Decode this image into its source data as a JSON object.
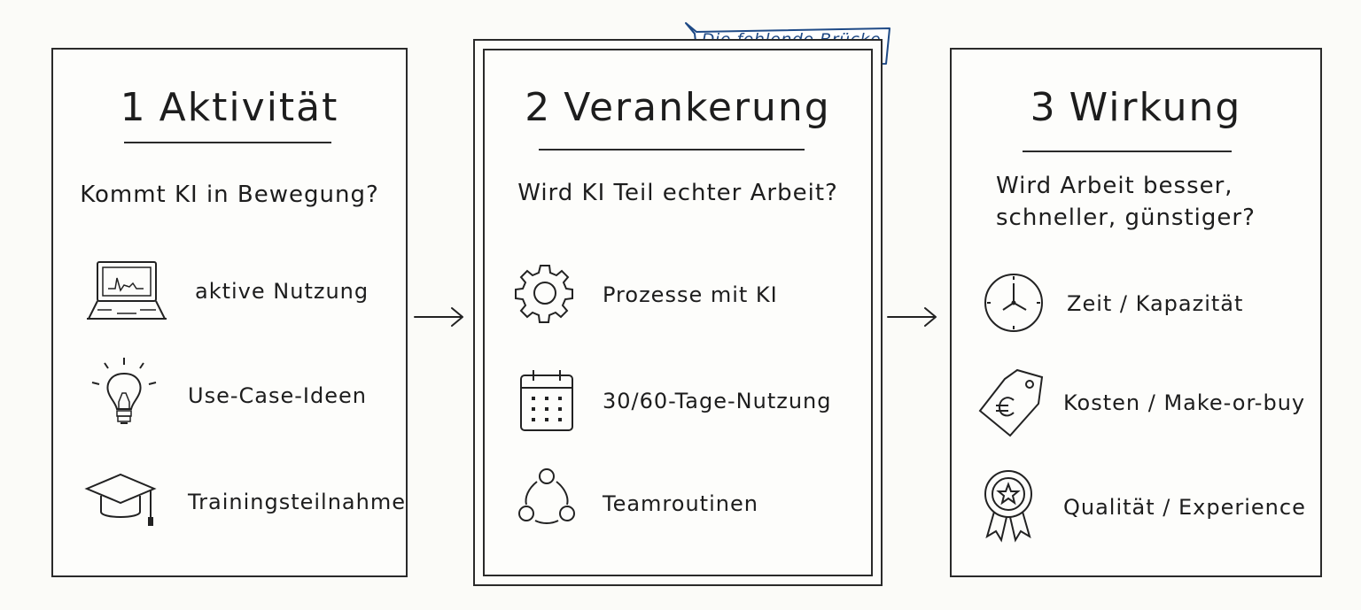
{
  "ribbon": {
    "label": "Die fehlende Brücke",
    "color": "#1f4a86"
  },
  "panels": [
    {
      "number": "1",
      "title": "Aktivität",
      "question": "Kommt KI in Bewegung?",
      "items": [
        {
          "icon": "laptop-icon",
          "label": "aktive Nutzung"
        },
        {
          "icon": "lightbulb-icon",
          "label": "Use-Case-Ideen"
        },
        {
          "icon": "graduation-cap-icon",
          "label": "Trainingsteilnahme"
        }
      ]
    },
    {
      "number": "2",
      "title": "Verankerung",
      "question": "Wird KI Teil echter Arbeit?",
      "items": [
        {
          "icon": "gear-icon",
          "label": "Prozesse mit KI"
        },
        {
          "icon": "calendar-icon",
          "label": "30/60-Tage-Nutzung"
        },
        {
          "icon": "team-cycle-icon",
          "label": "Teamroutinen"
        }
      ]
    },
    {
      "number": "3",
      "title": "Wirkung",
      "question_lines": [
        "Wird Arbeit besser,",
        "schneller, günstiger?"
      ],
      "items": [
        {
          "icon": "clock-icon",
          "label": "Zeit / Kapazität"
        },
        {
          "icon": "euro-price-tag-icon",
          "label": "Kosten / Make-or-buy"
        },
        {
          "icon": "award-badge-icon",
          "label": "Qualität / Experience"
        }
      ]
    }
  ],
  "arrows": [
    "arrow-right-icon",
    "arrow-right-icon"
  ]
}
